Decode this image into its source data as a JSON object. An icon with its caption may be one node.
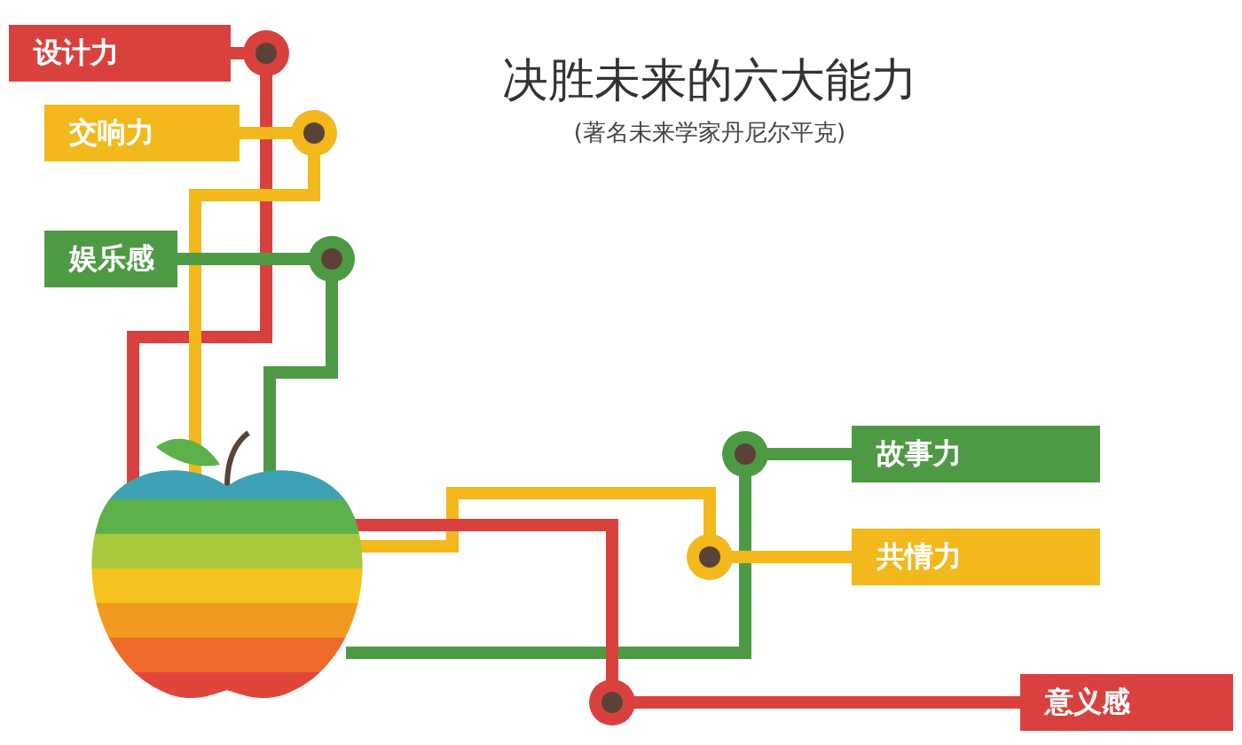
{
  "diagram": {
    "title": "决胜未来的六大能力",
    "nodes": [
      {
        "text": [],
        "shape": "picture"
      },
      {
        "text": [
          "设计力"
        ]
      },
      {
        "text": [
          "交响力"
        ]
      },
      {
        "text": [
          "娱乐感"
        ]
      },
      {
        "text": [
          "故事力"
        ]
      },
      {
        "text": [
          "共情力"
        ]
      },
      {
        "text": [
          "意义感"
        ]
      }
    ],
    "edges": [
      {
        "from": 0,
        "to": 1,
        "arrow": "other",
        "color": "#d9413f"
      },
      {
        "from": 0,
        "to": 2,
        "arrow": "other",
        "color": "#f2b81c"
      },
      {
        "from": 0,
        "to": 3,
        "arrow": "other",
        "color": "#4e9a44"
      },
      {
        "from": 0,
        "to": 4,
        "arrow": "other",
        "color": "#4e9a44"
      },
      {
        "from": 0,
        "to": 5,
        "arrow": "other",
        "color": "#f2b81c"
      },
      {
        "from": 0,
        "to": 6,
        "arrow": "other",
        "color": "#d9413f"
      }
    ],
    "labels": [
      "(著名未来学家丹尼尔平克)"
    ]
  }
}
